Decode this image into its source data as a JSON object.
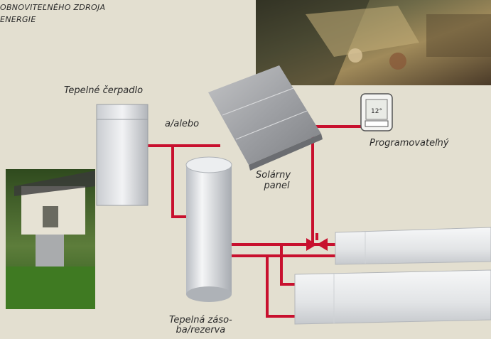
{
  "heading": {
    "line1": "OBNOVITEĽNÉHO ZDROJA",
    "line2": "ENERGIE"
  },
  "labels": {
    "heat_pump": "Tepelné čerpadlo",
    "and_or": "a/alebo",
    "solar_line1": "Solárny",
    "solar_line2": "panel",
    "programmable": "Programovateľný",
    "storage_line1": "Tepelná záso-",
    "storage_line2": "ba/rezerva"
  },
  "thermostat_display": "12°",
  "colors": {
    "background": "#e3dfd0",
    "pipe": "#c8102e"
  }
}
